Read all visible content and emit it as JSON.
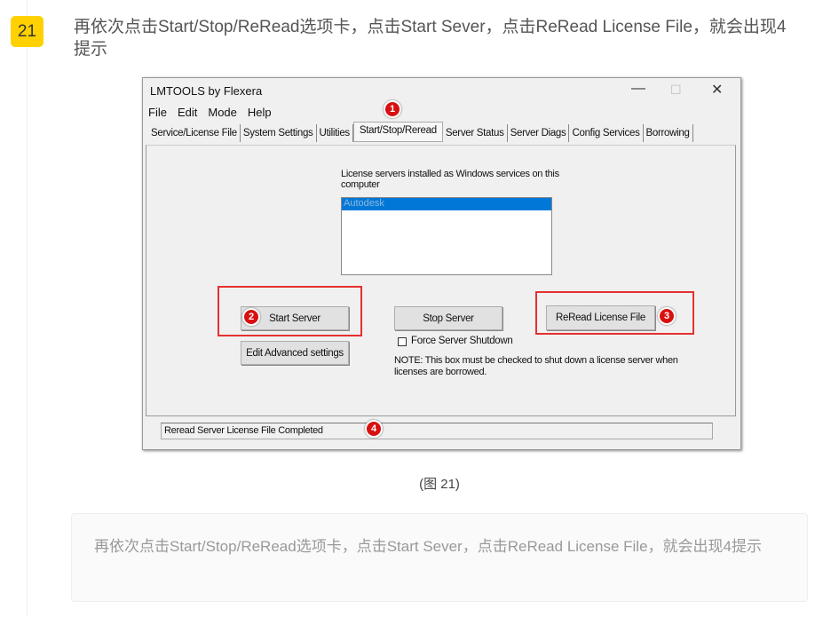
{
  "step": {
    "number": "21",
    "text": "再依次点击Start/Stop/ReRead选项卡，点击Start Sever，点击ReRead License File，就会出现4提示"
  },
  "window": {
    "title": "LMTOOLS by Flexera",
    "controls": {
      "minimize": "—",
      "maximize": "☐",
      "close": "✕"
    },
    "menu": [
      "File",
      "Edit",
      "Mode",
      "Help"
    ],
    "tabs": [
      "Service/License File",
      "System Settings",
      "Utilities",
      "Start/Stop/Reread",
      "Server Status",
      "Server Diags",
      "Config Services",
      "Borrowing"
    ],
    "list_label": "License servers installed as Windows services on this computer",
    "list_items": [
      "Autodesk"
    ],
    "start_button": "Start Server",
    "stop_button": "Stop Server",
    "reread_button": "ReRead License File",
    "edit_button": "Edit Advanced settings",
    "force_checkbox": "Force Server Shutdown",
    "note": "NOTE:  This box must be checked to shut down a license server when licenses are borrowed.",
    "status": "Reread Server License File Completed",
    "markers": [
      "1",
      "2",
      "3",
      "4"
    ]
  },
  "caption": "(图 21)",
  "quote": "再依次点击Start/Stop/ReRead选项卡，点击Start Sever，点击ReRead License File，就会出现4提示",
  "colors": {
    "badge": "#ffd100",
    "highlight": "#e53030",
    "selection": "#0078d7"
  }
}
